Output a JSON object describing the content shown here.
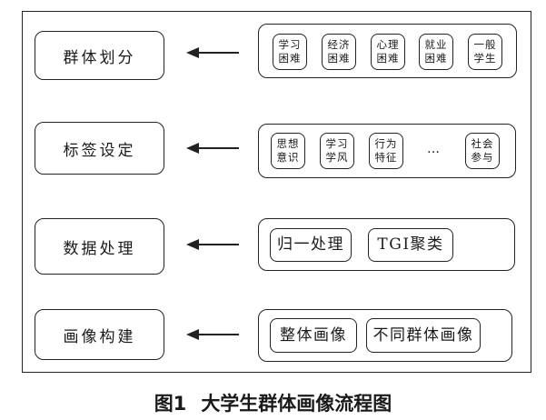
{
  "stages": [
    {
      "label": "群体划分"
    },
    {
      "label": "标签设定"
    },
    {
      "label": "数据处理"
    },
    {
      "label": "画像构建"
    }
  ],
  "groups": {
    "segmentation": [
      "学习\n困难",
      "经济\n困难",
      "心理\n困难",
      "就业\n困难",
      "一般\n学生"
    ],
    "labels": [
      "思想\n意识",
      "学习\n学风",
      "行为\n特征",
      "社会\n参与"
    ],
    "labels_ellipsis": "…",
    "processing": [
      "归一处理",
      "TGI聚类"
    ],
    "portrait": [
      "整体画像",
      "不同群体画像"
    ]
  },
  "caption": {
    "number": "图1",
    "title": "大学生群体画像流程图"
  }
}
